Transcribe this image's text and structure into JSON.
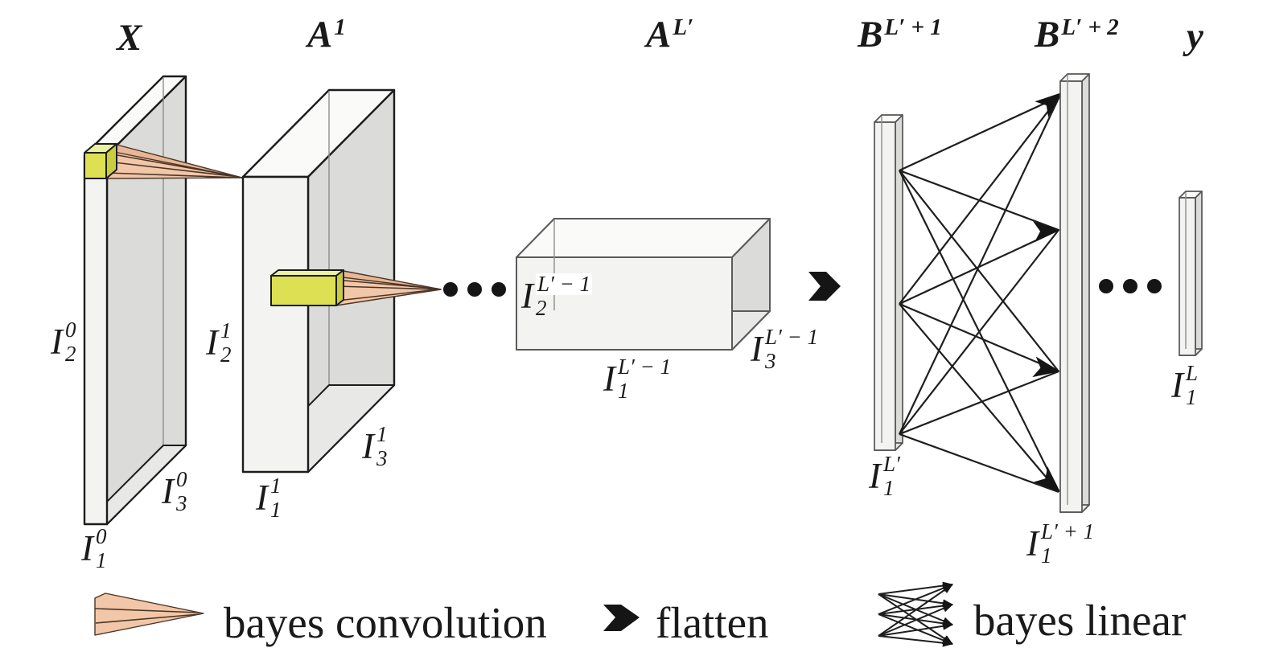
{
  "titles": [
    {
      "base": "X"
    },
    {
      "base": "A",
      "sup": "1"
    },
    {
      "base": "A",
      "sup": "L′"
    },
    {
      "base": "B",
      "sup": "L′ + 1"
    },
    {
      "base": "B",
      "sup": "L′ + 2"
    },
    {
      "base": "y"
    }
  ],
  "dims": [
    {
      "base": "I",
      "sub": "2",
      "sup": "0"
    },
    {
      "base": "I",
      "sub": "3",
      "sup": "0"
    },
    {
      "base": "I",
      "sub": "1",
      "sup": "0"
    },
    {
      "base": "I",
      "sub": "2",
      "sup": "1"
    },
    {
      "base": "I",
      "sub": "1",
      "sup": "1"
    },
    {
      "base": "I",
      "sub": "3",
      "sup": "1"
    },
    {
      "base": "I",
      "sub": "2",
      "sup": "L′ − 1"
    },
    {
      "base": "I",
      "sub": "1",
      "sup": "L′ − 1"
    },
    {
      "base": "I",
      "sub": "3",
      "sup": "L′ − 1"
    },
    {
      "base": "I",
      "sub": "1",
      "sup": "L′"
    },
    {
      "base": "I",
      "sub": "1",
      "sup": "L′ + 1"
    },
    {
      "base": "I",
      "sub": "1",
      "sup": "L"
    }
  ],
  "legend": {
    "items": [
      {
        "icon": "bayes-convolution-cone-icon",
        "label": "bayes convolution"
      },
      {
        "icon": "flatten-arrow-icon",
        "label": "flatten"
      },
      {
        "icon": "bayes-linear-arrows-icon",
        "label": "bayes linear"
      }
    ]
  },
  "colors": {
    "kernel_yellow": "#dde052",
    "kernel_yellow_top": "#edf09e",
    "kernel_yellow_side": "#c9cc3e",
    "cone_peach": "#f2c7a9",
    "cone_peach_dark": "#e8b796",
    "cone_edge": "#4a3526",
    "arrow_black": "#151515",
    "slab_front": "#f3f3f1",
    "slab_side": "#dbdbd9",
    "slab_top": "#fafaf9",
    "slab_bottom": "#e8e8e6",
    "edge_dark": "#1c1c1c",
    "edge_gray": "#5a5a5a",
    "text_color": "#1a1a1a"
  }
}
